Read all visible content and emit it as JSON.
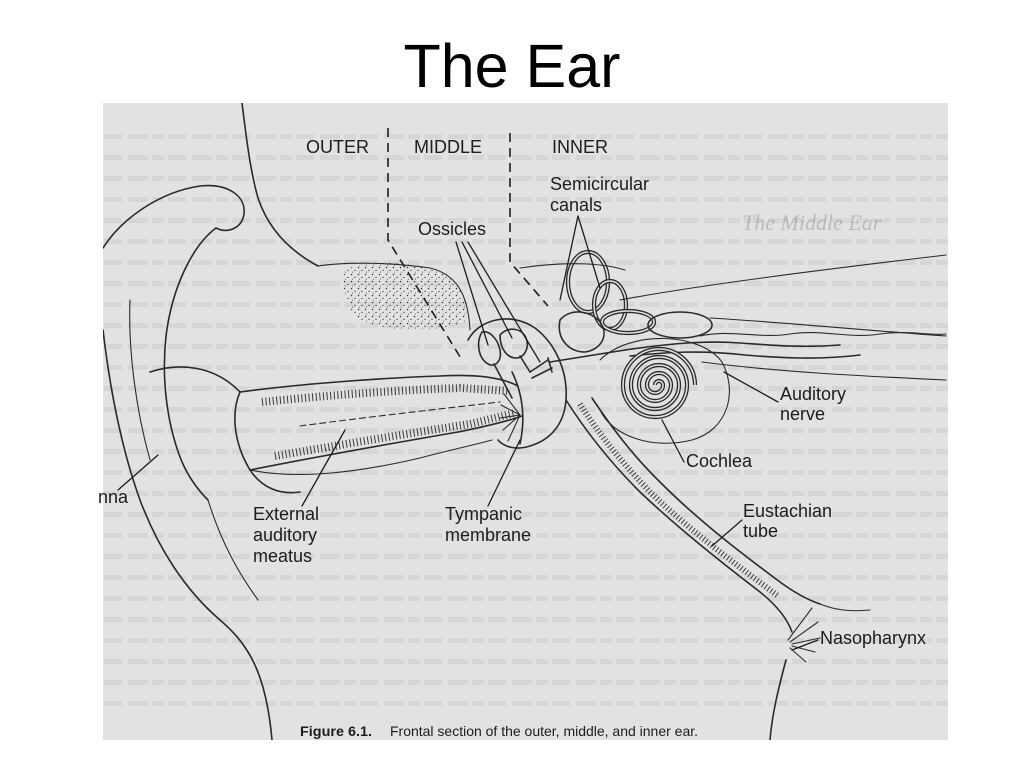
{
  "slide": {
    "title": "The Ear",
    "background_color": "#ffffff"
  },
  "figure": {
    "scan_color": "#e2e2e0",
    "ink_color": "#2a2a2a",
    "faint_heading": "The Middle Ear",
    "regions": {
      "outer": "OUTER",
      "middle": "MIDDLE",
      "inner": "INNER"
    },
    "labels": {
      "semicircular_canals": [
        "Semicircular",
        "canals"
      ],
      "ossicles": [
        "Ossicles"
      ],
      "auditory_nerve": [
        "Auditory",
        "nerve"
      ],
      "cochlea": [
        "Cochlea"
      ],
      "eustachian_tube": [
        "Eustachian",
        "tube"
      ],
      "nasopharynx": [
        "Nasopharynx"
      ],
      "pinna": [
        "nna"
      ],
      "external_auditory_meatus": [
        "External",
        "auditory",
        "meatus"
      ],
      "tympanic_membrane": [
        "Tympanic",
        "membrane"
      ]
    },
    "caption": {
      "number": "Figure 6.1.",
      "text": "Frontal section of the outer, middle, and inner ear."
    }
  }
}
